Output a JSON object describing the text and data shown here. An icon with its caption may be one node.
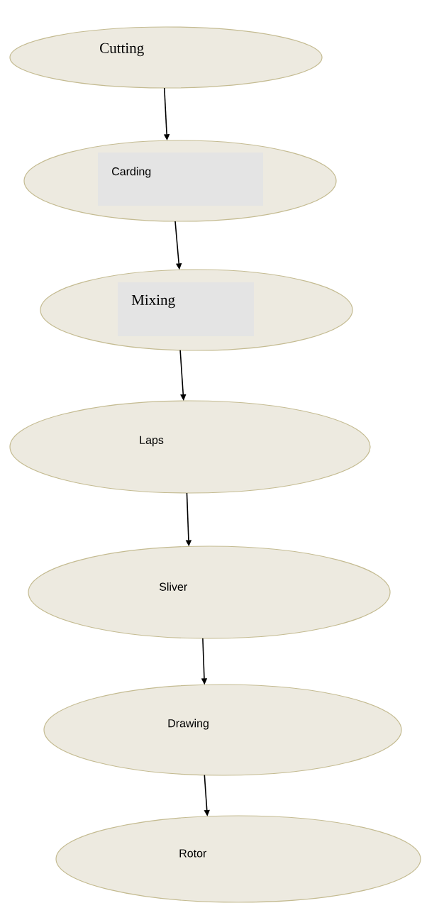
{
  "diagram": {
    "nodes": [
      {
        "text": [
          "Cutting"
        ]
      },
      {
        "text": [
          "Carding"
        ]
      },
      {
        "text": [
          "Mixing"
        ]
      },
      {
        "text": [
          "Laps"
        ]
      },
      {
        "text": [
          "Sliver"
        ]
      },
      {
        "text": [
          "Drawing"
        ]
      },
      {
        "text": [
          "Rotor"
        ]
      }
    ],
    "edges": [
      {
        "from": 0,
        "to": 1,
        "arrow": "to"
      },
      {
        "from": 1,
        "to": 2,
        "arrow": "to"
      },
      {
        "from": 2,
        "to": 3,
        "arrow": "to"
      },
      {
        "from": 3,
        "to": 4,
        "arrow": "to"
      },
      {
        "from": 4,
        "to": 5,
        "arrow": "to"
      },
      {
        "from": 5,
        "to": 6,
        "arrow": "to"
      }
    ]
  }
}
